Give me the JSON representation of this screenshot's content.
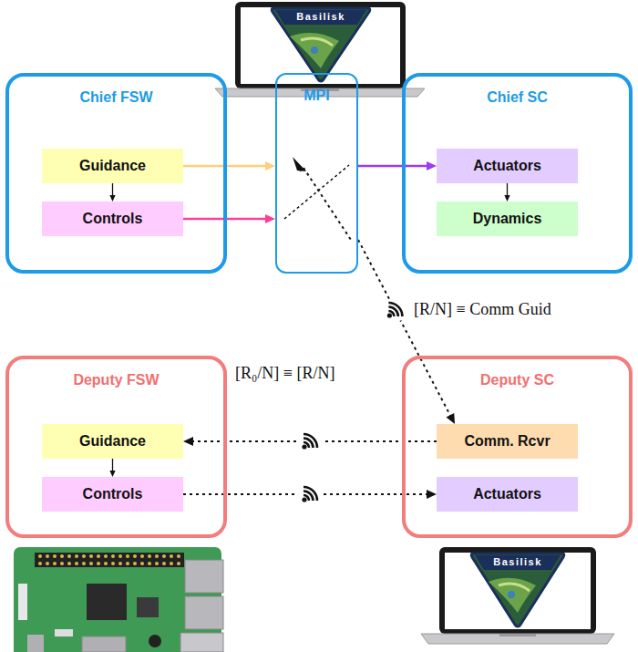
{
  "diagram": {
    "nodes": [
      {
        "text": [
          "Chief FSW"
        ]
      },
      {
        "text": [
          "Guidance"
        ],
        "in": 0
      },
      {
        "text": [
          "Controls"
        ],
        "in": 0
      },
      {
        "text": [
          "MPI"
        ]
      },
      {
        "text": [
          "Chief SC"
        ]
      },
      {
        "text": [
          "Actuators"
        ],
        "in": 4
      },
      {
        "text": [
          "Dynamics"
        ],
        "in": 4
      },
      {
        "text": [
          "Deputy FSW"
        ]
      },
      {
        "text": [
          "Guidance"
        ],
        "in": 7
      },
      {
        "text": [
          "Controls"
        ],
        "in": 7
      },
      {
        "text": [
          "Deputy SC"
        ]
      },
      {
        "text": [
          "Comm. Rcvr"
        ],
        "in": 10
      },
      {
        "text": [
          "Actuators"
        ],
        "in": 10
      }
    ],
    "edges": [
      {
        "from": 1,
        "to": 2,
        "arrow": "to"
      },
      {
        "from": 5,
        "to": 6,
        "arrow": "to"
      },
      {
        "from": 8,
        "to": 9,
        "arrow": "to"
      },
      {
        "from": 1,
        "to": 3,
        "arrow": "to"
      },
      {
        "from": 2,
        "to": 3,
        "arrow": "to"
      },
      {
        "from": 3,
        "to": 5,
        "arrow": "to"
      },
      {
        "from": 3,
        "to": 11,
        "arrow": "to"
      },
      {
        "from": 11,
        "to": 8,
        "arrow": "to"
      },
      {
        "from": 9,
        "to": 12,
        "arrow": "to"
      }
    ],
    "labels": [
      "Basilisk",
      "Basilisk",
      "[R/N] ≡ Comm Guid",
      "[R₀/N] ≡ [R/N]"
    ]
  }
}
